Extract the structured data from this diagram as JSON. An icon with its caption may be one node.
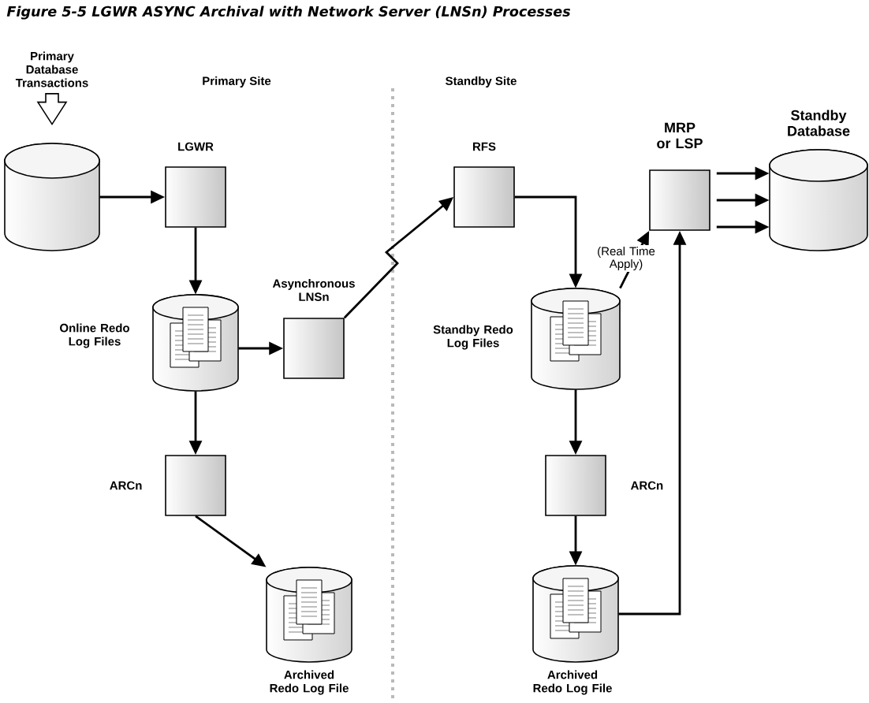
{
  "diagram": {
    "title": "Figure 5-5 LGWR ASYNC Archival with Network Server (LNSn) Processes",
    "nodes": [
      {
        "text": [
          "Primary Database Transactions"
        ]
      },
      {
        "text": [],
        "shape": "cylinder"
      },
      {
        "text": [
          "LGWR"
        ]
      },
      {
        "text": [
          "Online Redo Log Files"
        ]
      },
      {
        "text": [
          "Asynchronous LNSn"
        ]
      },
      {
        "text": [
          "ARCn"
        ]
      },
      {
        "text": [
          "Archived Redo Log File"
        ]
      },
      {
        "text": [
          "RFS"
        ]
      },
      {
        "text": [
          "Standby Redo Log Files"
        ]
      },
      {
        "text": [
          "ARCn"
        ]
      },
      {
        "text": [
          "Archived Redo Log File"
        ]
      },
      {
        "text": [
          "MRP or LSP"
        ]
      },
      {
        "text": [
          "Standby Database"
        ]
      }
    ],
    "edges": [
      {
        "from": 0,
        "to": 1,
        "arrow": "to"
      },
      {
        "from": 1,
        "to": 2,
        "arrow": "to"
      },
      {
        "from": 2,
        "to": 3,
        "arrow": "to"
      },
      {
        "from": 3,
        "to": 4,
        "arrow": "to"
      },
      {
        "from": 4,
        "to": 7,
        "arrow": "to"
      },
      {
        "from": 7,
        "to": 8,
        "arrow": "to"
      },
      {
        "from": 3,
        "to": 5,
        "arrow": "to"
      },
      {
        "from": 5,
        "to": 6,
        "arrow": "to"
      },
      {
        "from": 8,
        "to": 9,
        "arrow": "to"
      },
      {
        "from": 9,
        "to": 10,
        "arrow": "to"
      },
      {
        "from": 8,
        "to": 11,
        "arrow": "to",
        "label": "(Real Time Apply)"
      },
      {
        "from": 10,
        "to": 11,
        "arrow": "to"
      },
      {
        "from": 11,
        "to": 12,
        "arrow": "to"
      },
      {
        "from": 11,
        "to": 12,
        "arrow": "to"
      },
      {
        "from": 11,
        "to": 12,
        "arrow": "to"
      }
    ],
    "labels": [
      "Primary Site",
      "Standby Site"
    ]
  }
}
